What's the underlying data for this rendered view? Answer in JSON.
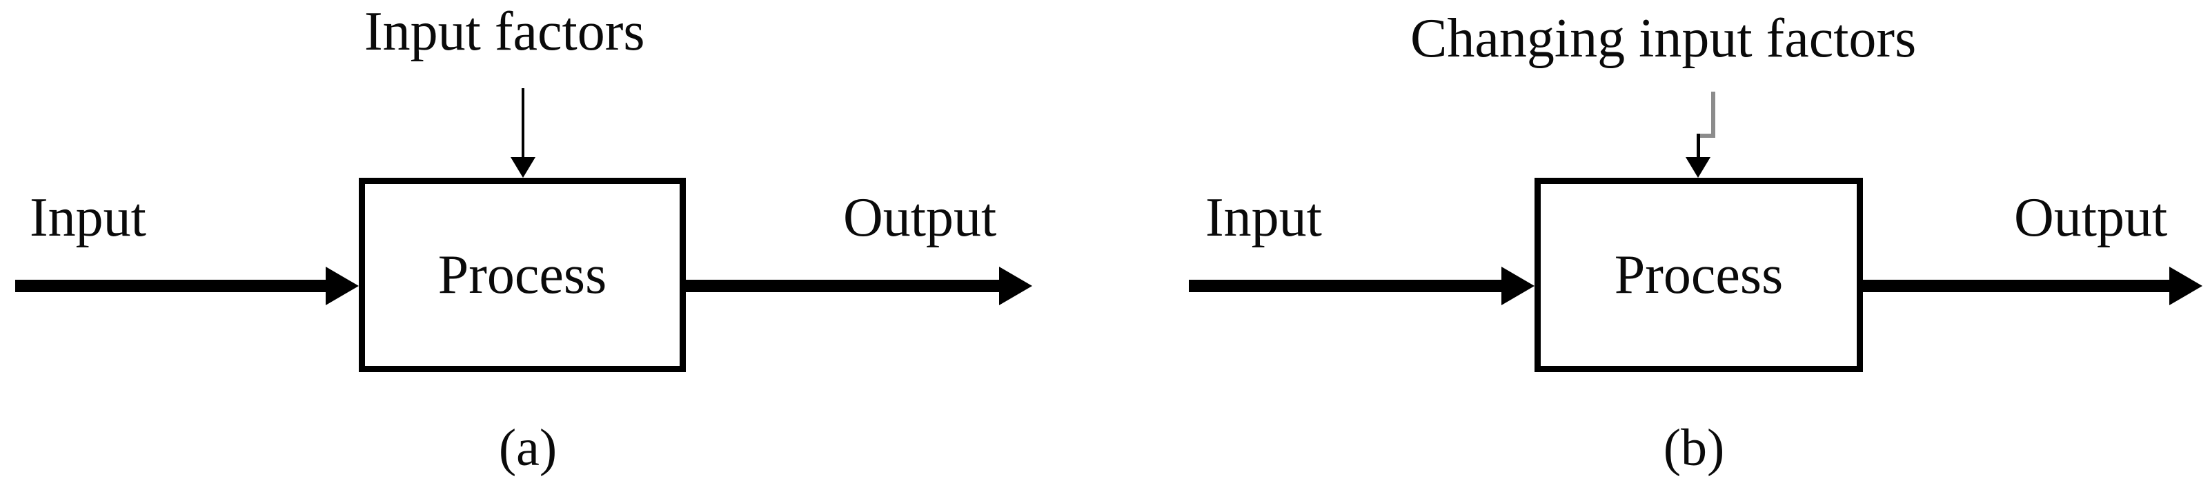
{
  "figure": {
    "description": "Two input-process-output block diagrams",
    "colors": {
      "line_black": "#000000",
      "text_black": "#0a0a0a",
      "connector_gray": "#8c8c8c",
      "background": "#ffffff"
    }
  },
  "diagrams": [
    {
      "caption": "(a)",
      "top_label": "Input factors",
      "input_label": "Input",
      "process_label": "Process",
      "output_label": "Output"
    },
    {
      "caption": "(b)",
      "top_label": "Changing input factors",
      "input_label": "Input",
      "process_label": "Process",
      "output_label": "Output"
    }
  ]
}
